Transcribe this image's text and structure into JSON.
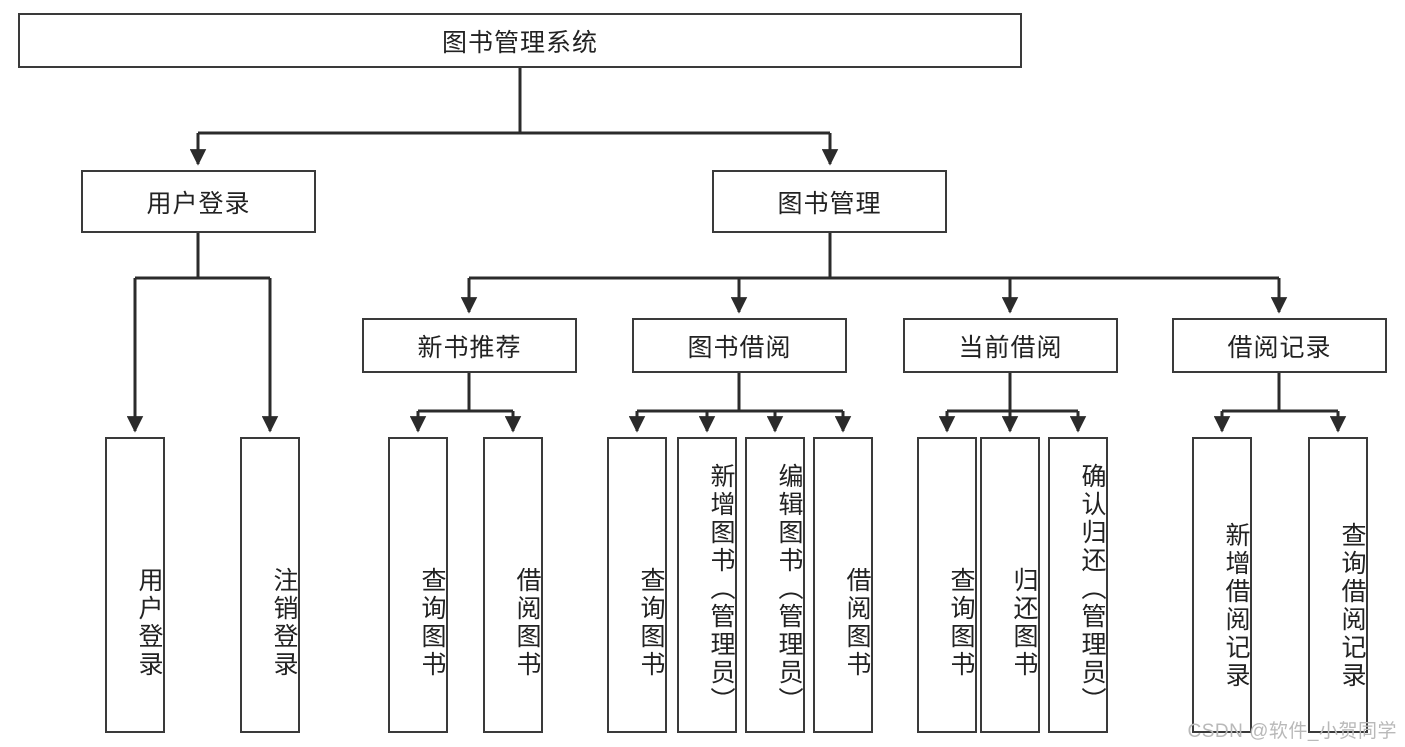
{
  "diagram": {
    "title": "图书管理系统",
    "type": "tree-hierarchy",
    "root": {
      "label": "图书管理系统"
    },
    "level2": [
      {
        "label": "用户登录"
      },
      {
        "label": "图书管理"
      }
    ],
    "level3": [
      {
        "label": "新书推荐"
      },
      {
        "label": "图书借阅"
      },
      {
        "label": "当前借阅"
      },
      {
        "label": "借阅记录"
      }
    ],
    "leaves": [
      {
        "label": "用户登录",
        "parent": "用户登录"
      },
      {
        "label": "注销登录",
        "parent": "用户登录"
      },
      {
        "label": "查询图书",
        "parent": "新书推荐"
      },
      {
        "label": "借阅图书",
        "parent": "新书推荐"
      },
      {
        "label": "查询图书",
        "parent": "图书借阅"
      },
      {
        "label": "新增图书（管理员）",
        "parent": "图书借阅"
      },
      {
        "label": "编辑图书（管理员）",
        "parent": "图书借阅"
      },
      {
        "label": "借阅图书",
        "parent": "图书借阅"
      },
      {
        "label": "查询图书",
        "parent": "当前借阅"
      },
      {
        "label": "归还图书",
        "parent": "当前借阅"
      },
      {
        "label": "确认归还（管理员）",
        "parent": "当前借阅"
      },
      {
        "label": "新增借阅记录",
        "parent": "借阅记录"
      },
      {
        "label": "查询借阅记录",
        "parent": "借阅记录"
      }
    ]
  },
  "watermark": {
    "text": "CSDN @软件_小贺同学"
  },
  "colors": {
    "box_border": "#3a3a3a",
    "box_fill": "#ffffff",
    "connector": "#2b2b2b",
    "text": "#222222",
    "watermark": "#b9b9b9"
  }
}
